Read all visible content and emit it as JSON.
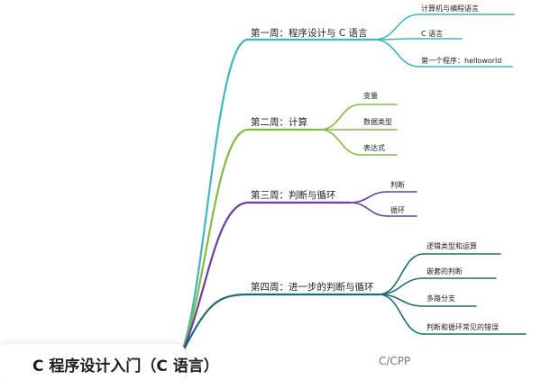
{
  "root": {
    "title": "C 程序设计入门（C 语言）"
  },
  "bottom_fragment": "C/CPP",
  "colors": {
    "branch_1": "#3fb7bd",
    "branch_2": "#7fbd45",
    "branch_3": "#6a3fa0",
    "branch_4": "#1e6d75",
    "text": "#222222"
  },
  "branches": [
    {
      "label": "第一周：程序设计与 C 语言",
      "children": [
        "计算机与编程语言",
        "C 语言",
        "第一个程序：helloworld"
      ]
    },
    {
      "label": "第二周：计算",
      "children": [
        "变量",
        "数据类型",
        "表达式"
      ]
    },
    {
      "label": "第三周：判断与循环",
      "children": [
        "判断",
        "循环"
      ]
    },
    {
      "label": "第四周：进一步的判断与循环",
      "children": [
        "逻辑类型和运算",
        "嵌套的判断",
        "多路分支",
        "判断和循环常见的错误"
      ]
    }
  ]
}
